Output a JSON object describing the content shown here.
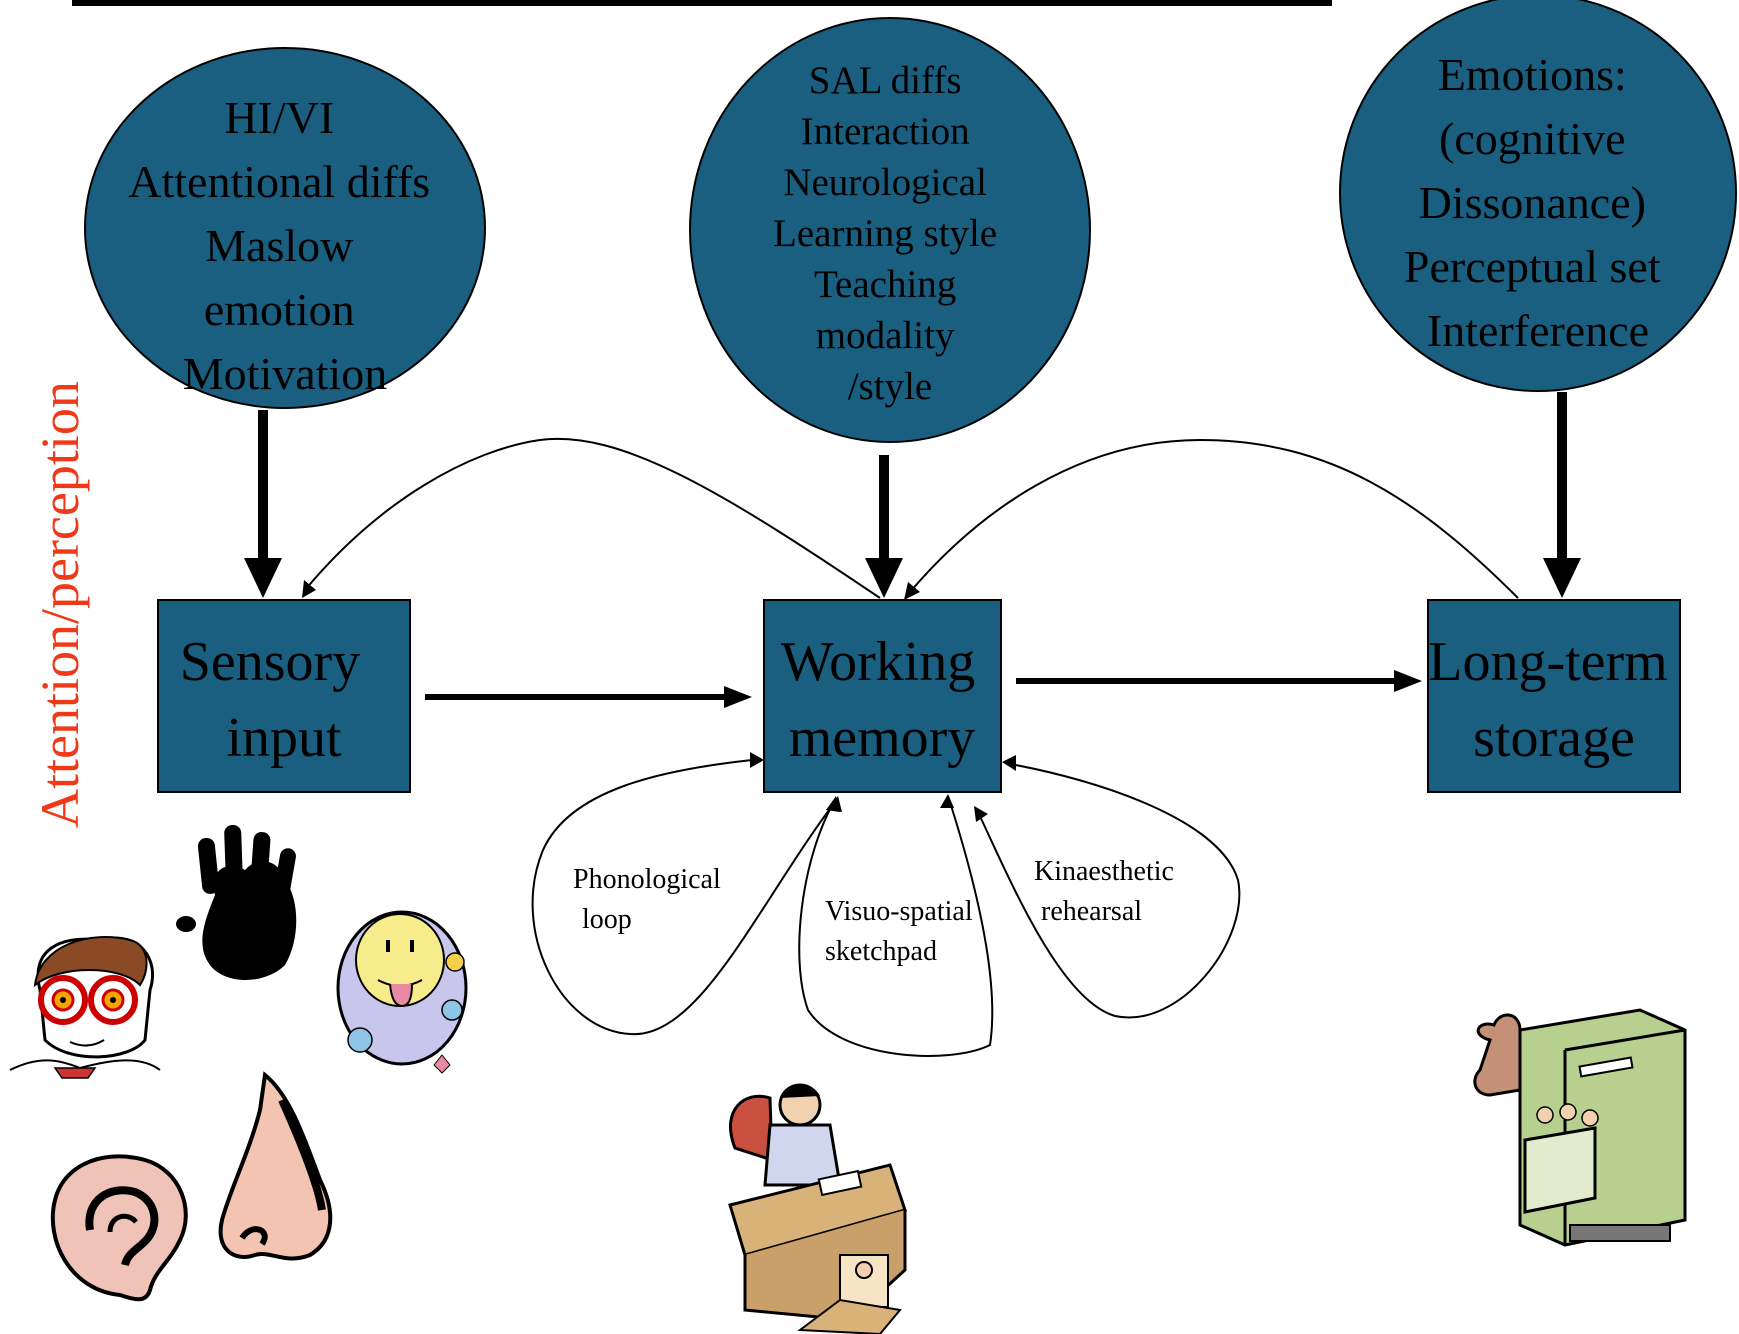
{
  "colors": {
    "node_fill": "#1a5f80",
    "outline": "#000000",
    "side_label": "#f03a17",
    "hand": "#000000",
    "face_yellow": "#f6ec8c",
    "nose_pink": "#f4c4b2",
    "cabinet_green": "#b7cf8f",
    "desk_tan": "#d9b27a"
  },
  "side_label": "Attention/perception",
  "influences": [
    {
      "id": "sensory-influences",
      "lines": [
        "HI/VI",
        "Attentional diffs",
        "Maslow",
        "emotion",
        "Motivation"
      ]
    },
    {
      "id": "working-influences",
      "lines": [
        "SAL diffs",
        "Interaction",
        "Neurological",
        "Learning style",
        "Teaching",
        "modality",
        "/style"
      ]
    },
    {
      "id": "longterm-influences",
      "lines": [
        "Emotions:",
        "(cognitive",
        "Dissonance)",
        "Perceptual set",
        "Interference"
      ]
    }
  ],
  "stores": [
    {
      "id": "sensory-input",
      "lines": [
        "Sensory",
        "input"
      ]
    },
    {
      "id": "working-memory",
      "lines": [
        "Working",
        "memory"
      ]
    },
    {
      "id": "long-term-storage",
      "lines": [
        "Long-term",
        "storage"
      ]
    }
  ],
  "rehearsal_loops": [
    {
      "id": "phonological-loop",
      "lines": [
        "Phonological",
        "loop"
      ]
    },
    {
      "id": "visuo-spatial-sketchpad",
      "lines": [
        "Visuo-spatial",
        "sketchpad"
      ]
    },
    {
      "id": "kinaesthetic-rehearsal",
      "lines": [
        "Kinaesthetic",
        "rehearsal"
      ]
    }
  ],
  "icons": {
    "eyes": "eyes-clipart-icon",
    "hand": "hand-print-icon",
    "face": "smiley-tongue-icon",
    "ear": "ear-icon",
    "nose": "nose-icon",
    "office": "office-worker-desk-icon",
    "cabinet": "filing-cabinet-icon"
  }
}
